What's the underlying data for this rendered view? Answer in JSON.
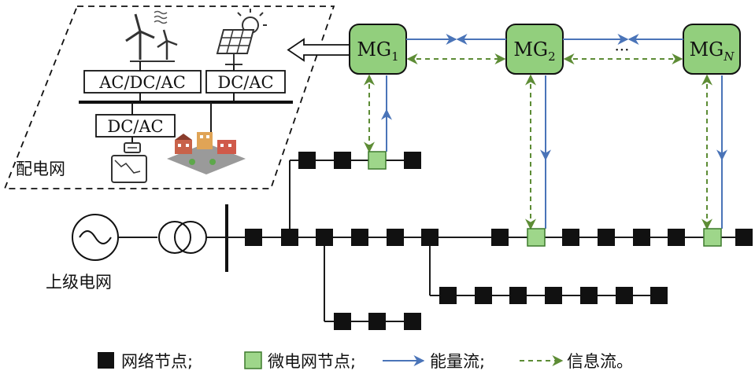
{
  "distribution": {
    "region_label": "配电网",
    "converters": {
      "acdcac": "AC/DC/AC",
      "dcac_pv": "DC/AC",
      "dcac_storage": "DC/AC"
    }
  },
  "grid": {
    "label": "上级电网"
  },
  "microgrids": [
    {
      "label": "MG",
      "sub": "1"
    },
    {
      "label": "MG",
      "sub": "2"
    },
    {
      "label": "MG",
      "sub": "N"
    }
  ],
  "ellipsis": "···",
  "legend": {
    "network_node": "网络节点;",
    "microgrid_node": "微电网节点;",
    "energy_flow": "能量流;",
    "info_flow": "信息流。"
  },
  "colors": {
    "energy": "#4a74b8",
    "info": "#5d8c35",
    "microgrid_fill": "#92cf7d",
    "node": "#111111"
  },
  "icons": [
    "wind-turbine-icon",
    "solar-panel-icon",
    "battery-storage-icon",
    "city-load-icon",
    "ac-source-icon",
    "transformer-icon"
  ]
}
